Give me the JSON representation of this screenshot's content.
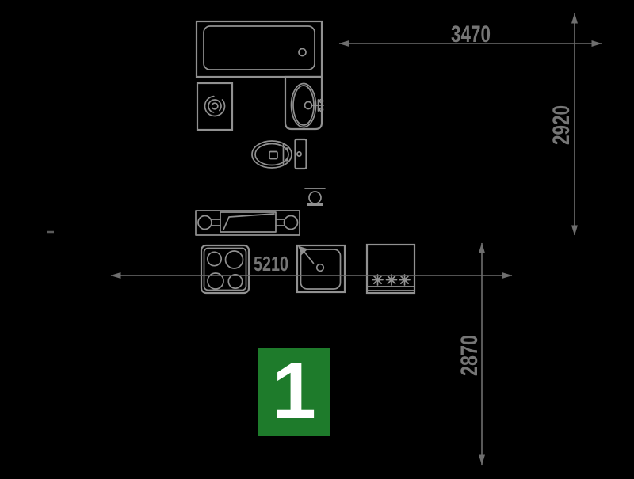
{
  "app": {
    "type": "floor-plan-drawing",
    "background": "#000000"
  },
  "colors": {
    "fixture_line": "#919191",
    "dimension_line": "#6e6e6e",
    "dimension_text": "#767676",
    "room_marker_green": "#1e7b2b",
    "room_marker_text": "#ffffff"
  },
  "dimensions": {
    "top_width": "3470",
    "right_height": "2920",
    "middle_width": "5210",
    "lower_height": "2870"
  },
  "room_marker": {
    "number": "1"
  },
  "fixtures": {
    "bathtub": "bathtub",
    "washing_machine": "washing-machine",
    "washbasin": "washbasin",
    "toilet": "toilet",
    "floor_drain": "floor-drain-pipe",
    "water_heater": "water-heater",
    "cooktop": "cooktop-4-burner",
    "kitchen_sink": "kitchen-sink",
    "refrigerator": "refrigerator-freezer"
  }
}
